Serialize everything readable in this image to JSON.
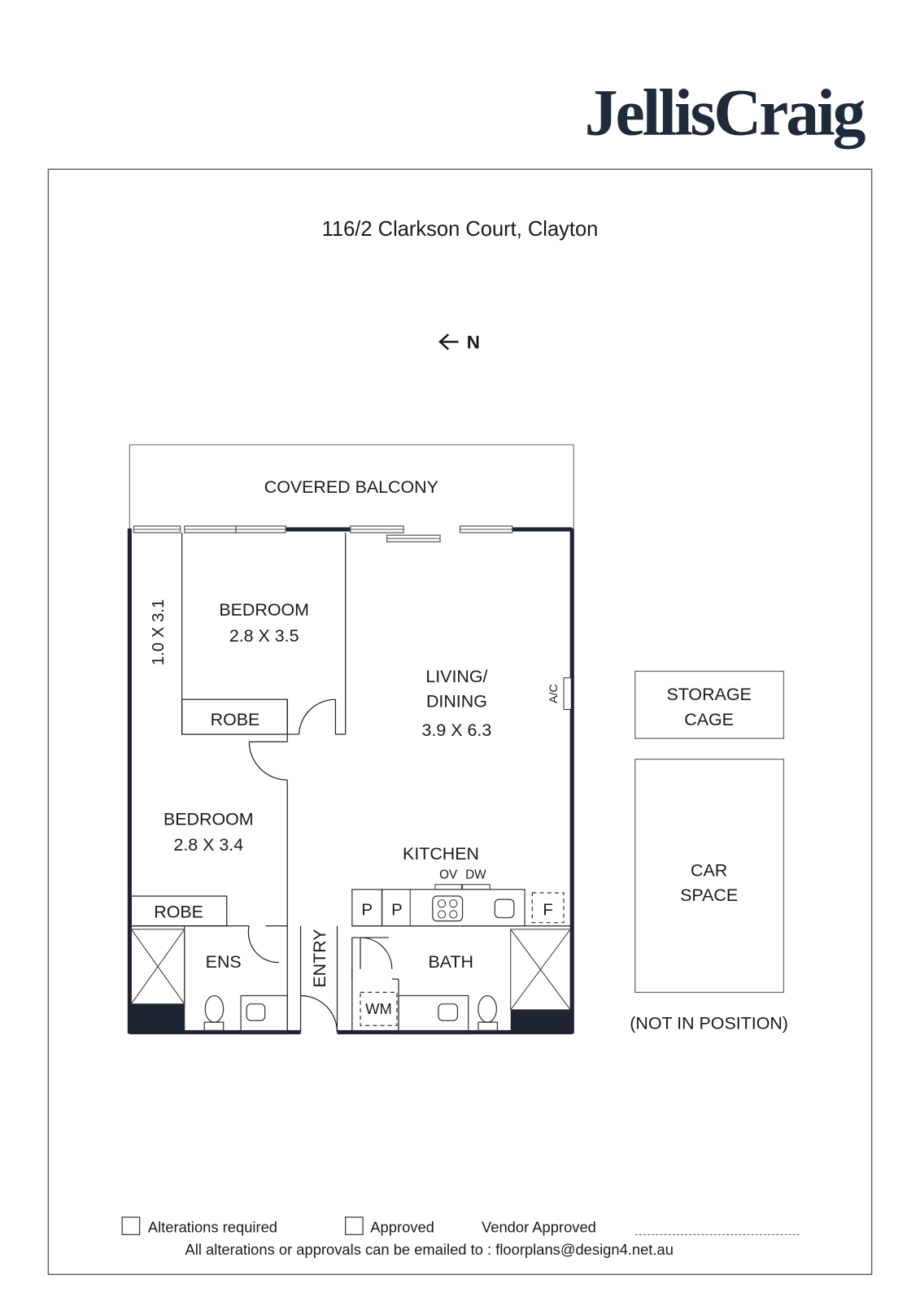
{
  "brand": {
    "logo_text": "JellisCraig",
    "color": "#1f2a3a"
  },
  "header": {
    "address": "116/2 Clarkson Court, Clayton",
    "north_indicator": "N",
    "north_icon": "arrow-left-icon"
  },
  "floorplan": {
    "balcony": "COVERED BALCONY",
    "rooms": {
      "bedroom1": {
        "name": "BEDROOM",
        "size": "2.8 X 3.5"
      },
      "bedroom2": {
        "name": "BEDROOM",
        "size": "2.8 X 3.4"
      },
      "living": {
        "name_line1": "LIVING/",
        "name_line2": "DINING",
        "size": "3.9 X 6.3"
      },
      "corridor": {
        "size": "1.0 X 3.1"
      },
      "robe1": "ROBE",
      "robe2": "ROBE",
      "ensuite": "ENS",
      "entry": "ENTRY",
      "kitchen": "KITCHEN",
      "bath": "BATH"
    },
    "fixtures": {
      "oven": "OV",
      "dishwasher": "DW",
      "pantry1": "P",
      "pantry2": "P",
      "fridge": "F",
      "washing_machine": "WM",
      "air_con": "A/C"
    },
    "external": {
      "storage_line1": "STORAGE",
      "storage_line2": "CAGE",
      "car_line1": "CAR",
      "car_line2": "SPACE",
      "car_note": "(NOT IN POSITION)"
    }
  },
  "footer": {
    "alterations_label": "Alterations required",
    "approved_label": "Approved",
    "vendor_label": "Vendor Approved",
    "email_note": "All alterations or approvals can be emailed to : floorplans@design4.net.au"
  }
}
